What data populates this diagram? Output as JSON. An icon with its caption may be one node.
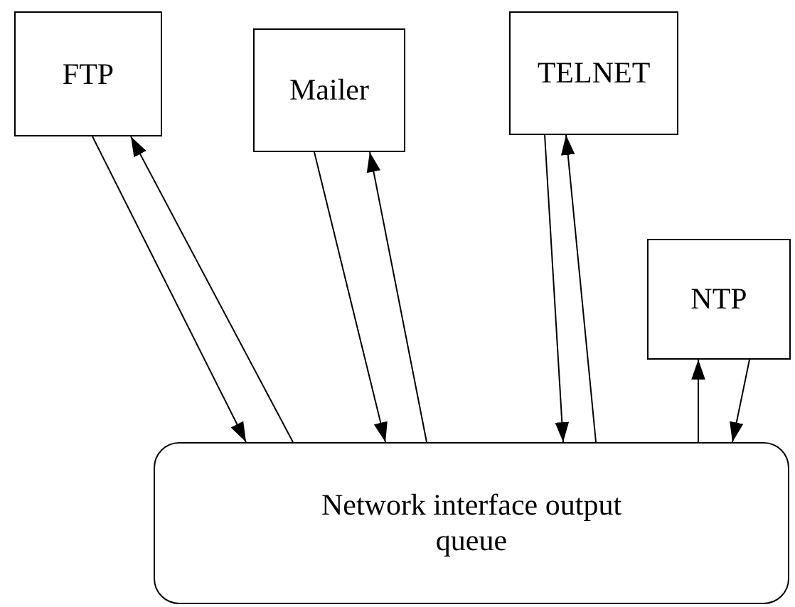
{
  "diagram": {
    "nodes": [
      {
        "text": [
          "FTP"
        ]
      },
      {
        "text": [
          "Mailer"
        ]
      },
      {
        "text": [
          "TELNET"
        ]
      },
      {
        "text": [
          "NTP"
        ]
      },
      {
        "text": [
          "Network interface output queue"
        ]
      }
    ],
    "edges": [
      {
        "from": 0,
        "to": 4,
        "arrow": "to"
      },
      {
        "from": 4,
        "to": 0,
        "arrow": "to"
      },
      {
        "from": 1,
        "to": 4,
        "arrow": "to"
      },
      {
        "from": 4,
        "to": 1,
        "arrow": "to"
      },
      {
        "from": 2,
        "to": 4,
        "arrow": "to"
      },
      {
        "from": 4,
        "to": 2,
        "arrow": "to"
      },
      {
        "from": 4,
        "to": 3,
        "arrow": "to"
      },
      {
        "from": 3,
        "to": 4,
        "arrow": "to"
      }
    ]
  }
}
